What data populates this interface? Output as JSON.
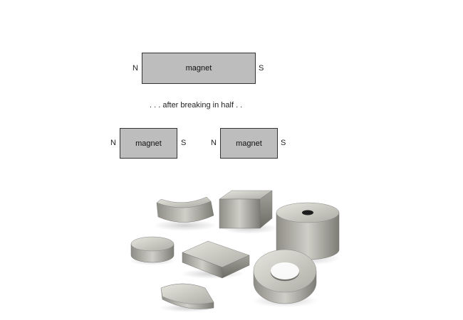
{
  "diagram": {
    "whole_magnet": {
      "north": "N",
      "label": "magnet",
      "south": "S"
    },
    "caption": ". . . after breaking in half . .",
    "halves": [
      {
        "north": "N",
        "label": "magnet",
        "south": "S"
      },
      {
        "north": "N",
        "label": "magnet",
        "south": "S"
      }
    ]
  },
  "photo": {
    "subject": "assorted neodymium magnet shapes",
    "colors": {
      "metal_light": "#d9d9d2",
      "metal_mid": "#a9a89f",
      "metal_dark": "#6e6d66"
    }
  }
}
